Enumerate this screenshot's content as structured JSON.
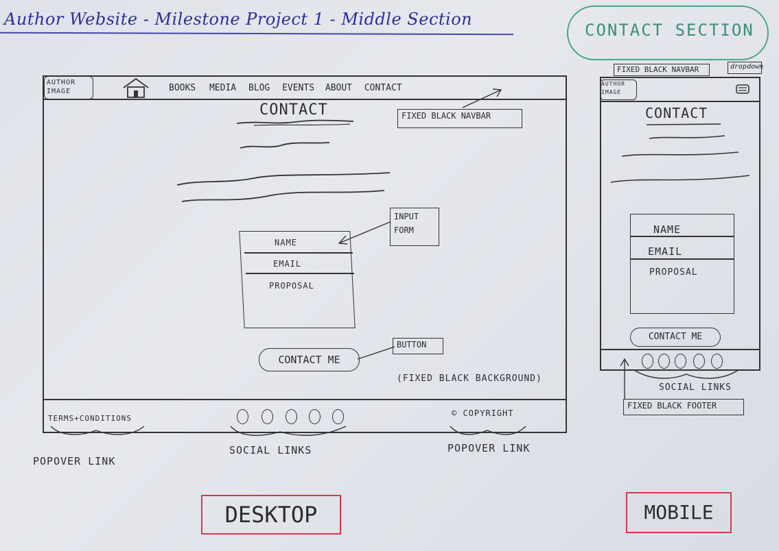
{
  "title": "Author Website - Milestone Project 1 - Middle Section",
  "section_label": "CONTACT SECTION",
  "desktop": {
    "author_image": "AUTHOR IMAGE",
    "nav_items": [
      "BOOKS",
      "MEDIA",
      "BLOG",
      "EVENTS",
      "ABOUT",
      "CONTACT"
    ],
    "heading": "CONTACT",
    "navbar_note": "FIXED BLACK NAVBAR",
    "input_form_note": "INPUT FORM",
    "form_fields": [
      "NAME",
      "EMAIL",
      "PROPOSAL"
    ],
    "button_label": "CONTACT ME",
    "button_note": "BUTTON",
    "background_note": "(FIXED BLACK BACKGROUND)",
    "terms": "TERMS+CONDITIONS",
    "copyright": "© COPYRIGHT",
    "popover_left": "POPOVER LINK",
    "social_links": "SOCIAL LINKS",
    "popover_right": "POPOVER LINK",
    "stamp": "DESKTOP"
  },
  "mobile": {
    "navbar_note": "FIXED BLACK NAVBAR",
    "dropdown_note": "dropdown",
    "author_image": "AUTHOR IMAGE",
    "heading": "CONTACT",
    "form_fields": [
      "NAME",
      "EMAIL",
      "PROPOSAL"
    ],
    "button_label": "CONTACT ME",
    "social_links": "SOCIAL LINKS",
    "footer_note": "FIXED BLACK FOOTER",
    "stamp": "MOBILE"
  },
  "colors": {
    "title_ink": "#2b2e9e",
    "cloud_ink": "#3a8f78",
    "stamp_ink": "#d23a4a",
    "pencil": "#2d2d33"
  }
}
